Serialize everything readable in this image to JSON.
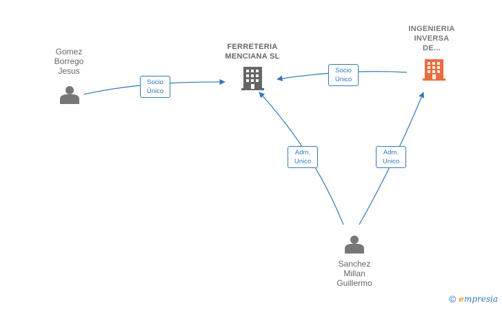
{
  "nodes": {
    "gomez": {
      "label": "Gomez\nBorrego\nJesus",
      "type": "person",
      "color": "#777777"
    },
    "ferreteria": {
      "label": "FERRETERIA\nMENCIANA SL",
      "type": "company",
      "color": "#666666"
    },
    "ingenieria": {
      "label": "INGENIERIA\nINVERSA\nDE...",
      "type": "company",
      "color": "#f26a38"
    },
    "sanchez": {
      "label": "Sanchez\nMillan\nGuillermo",
      "type": "person",
      "color": "#777777"
    }
  },
  "edges": [
    {
      "from": "gomez",
      "to": "ferreteria",
      "label": "Socio\nÚnico"
    },
    {
      "from": "ingenieria",
      "to": "ferreteria",
      "label": "Socio\nÚnico"
    },
    {
      "from": "sanchez",
      "to": "ferreteria",
      "label": "Adm.\nUnico"
    },
    {
      "from": "sanchez",
      "to": "ingenieria",
      "label": "Adm.\nUnico"
    }
  ],
  "edge_color": "#2a78c8",
  "brand": {
    "copyright": "©",
    "e": "e",
    "name": "mpresia"
  }
}
